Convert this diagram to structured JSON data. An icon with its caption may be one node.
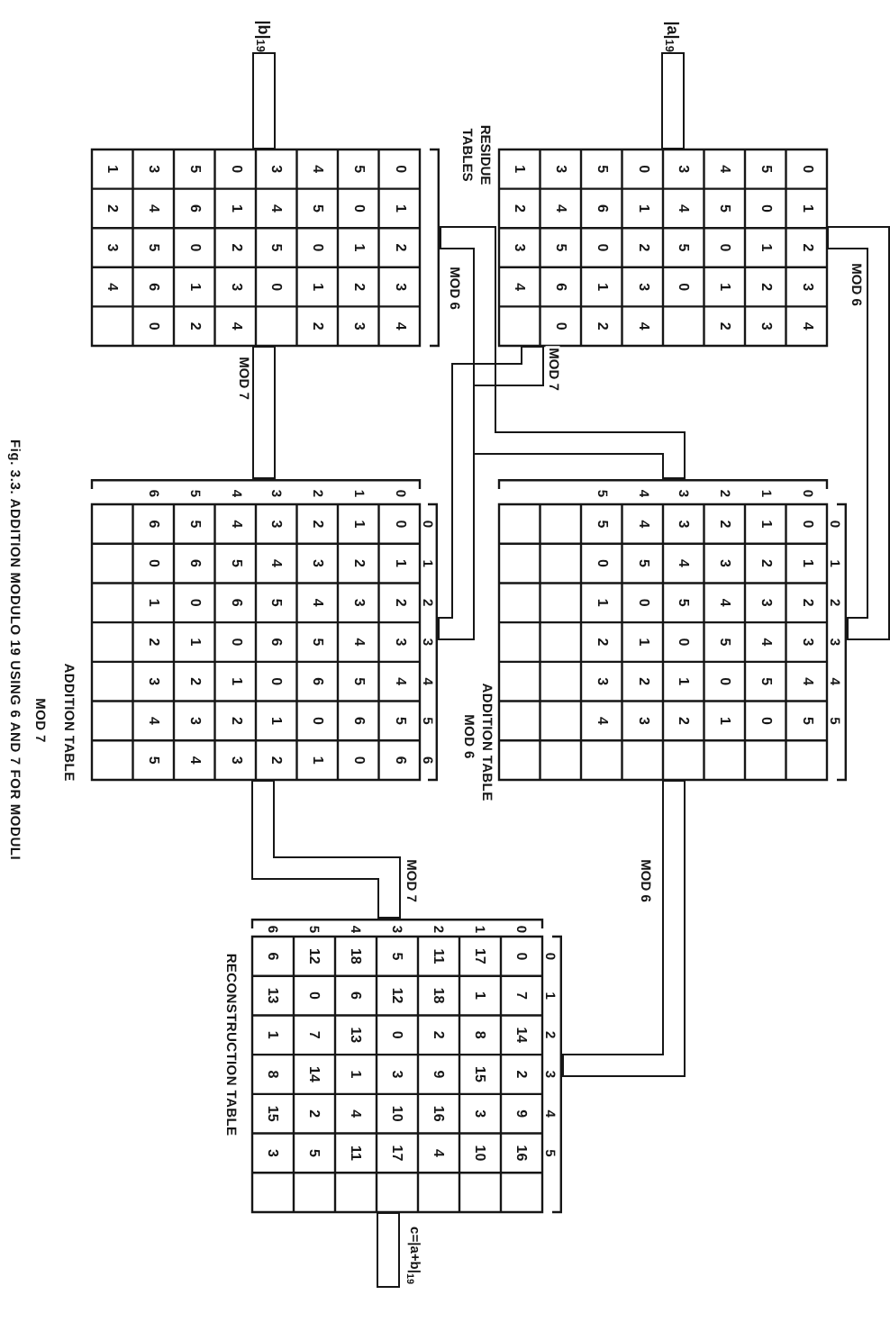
{
  "diagram": {
    "caption": "Fig. 3.3. ADDITION MODULO 19 USING 6 AND 7 FOR MODULI",
    "nodes": [
      {
        "text": [
          "|a|$_{19}$"
        ]
      },
      {
        "text": [
          "|b|$_{19}$"
        ]
      },
      {
        "text": [
          "0",
          "1",
          "2",
          "3",
          "4",
          "5",
          "0",
          "1",
          "2",
          "3",
          "4",
          "5",
          "0",
          "1",
          "2",
          "3",
          "4",
          "5",
          "0",
          "0",
          "1",
          "2",
          "3",
          "4",
          "5",
          "6",
          "0",
          "1",
          "2",
          "3",
          "4",
          "5",
          "6",
          "0",
          "1",
          "2",
          "3",
          "4"
        ]
      },
      {
        "text": [
          "0",
          "1",
          "2",
          "3",
          "4",
          "5",
          "0",
          "1",
          "2",
          "3",
          "4",
          "5",
          "0",
          "1",
          "2",
          "3",
          "4",
          "5",
          "0",
          "0",
          "1",
          "2",
          "3",
          "4",
          "5",
          "6",
          "0",
          "1",
          "2",
          "3",
          "4",
          "5",
          "6",
          "0",
          "1",
          "2",
          "3",
          "4"
        ]
      },
      {
        "text": [
          "0",
          "1",
          "2",
          "3",
          "4",
          "5",
          "0",
          "0",
          "1",
          "2",
          "3",
          "4",
          "5",
          "1",
          "1",
          "2",
          "3",
          "4",
          "5",
          "0",
          "2",
          "2",
          "3",
          "4",
          "5",
          "0",
          "1",
          "3",
          "3",
          "4",
          "5",
          "0",
          "1",
          "2",
          "4",
          "4",
          "5",
          "0",
          "1",
          "2",
          "3",
          "5",
          "5",
          "0",
          "1",
          "2",
          "3",
          "4"
        ],
        "beside": [
          "ADDITION TABLE",
          "MOD 6"
        ]
      },
      {
        "text": [
          "0",
          "1",
          "2",
          "3",
          "4",
          "5",
          "6",
          "0",
          "0",
          "1",
          "2",
          "3",
          "4",
          "5",
          "6",
          "1",
          "1",
          "2",
          "3",
          "4",
          "5",
          "6",
          "0",
          "2",
          "2",
          "3",
          "4",
          "5",
          "6",
          "0",
          "1",
          "3",
          "3",
          "4",
          "5",
          "6",
          "0",
          "1",
          "2",
          "4",
          "4",
          "5",
          "6",
          "0",
          "1",
          "2",
          "3",
          "5",
          "5",
          "6",
          "0",
          "1",
          "2",
          "3",
          "4",
          "6",
          "6",
          "0",
          "1",
          "2",
          "3",
          "4",
          "5"
        ],
        "beside": [
          "ADDITION TABLE",
          "MOD 7"
        ]
      },
      {
        "text": [
          "0",
          "1",
          "2",
          "3",
          "4",
          "5",
          "0",
          "0",
          "7",
          "14",
          "2",
          "9",
          "16",
          "1",
          "17",
          "1",
          "8",
          "15",
          "3",
          "10",
          "2",
          "11",
          "18",
          "2",
          "9",
          "16",
          "4",
          "3",
          "5",
          "12",
          "0",
          "3",
          "10",
          "17",
          "4",
          "18",
          "6",
          "13",
          "1",
          "4",
          "11",
          "5",
          "12",
          "0",
          "7",
          "14",
          "2",
          "5",
          "6",
          "6",
          "13",
          "1",
          "8",
          "15",
          "3"
        ],
        "beside": [
          "RECONSTRUCTION TABLE"
        ]
      }
    ],
    "edges": [
      {
        "from": 0,
        "to": 2,
        "arrow": "none"
      },
      {
        "from": 1,
        "to": 3,
        "arrow": "none"
      },
      {
        "from": 2,
        "to": 4,
        "arrow": "none",
        "label": "MOD 6"
      },
      {
        "from": 2,
        "to": 5,
        "arrow": "none",
        "label": "MOD 7"
      },
      {
        "from": 3,
        "to": 4,
        "arrow": "none",
        "label": "MOD 6"
      },
      {
        "from": 3,
        "to": 5,
        "arrow": "none",
        "label": "MOD 7"
      },
      {
        "from": 4,
        "to": 6,
        "arrow": "none",
        "label": "MOD 6"
      },
      {
        "from": 5,
        "to": 6,
        "arrow": "none",
        "label": "MOD 7"
      },
      {
        "from": 6,
        "to": null,
        "arrow": "none",
        "label": "c=|a+b|$_{19}$"
      }
    ],
    "labels": [
      "RESIDUE TABLES"
    ]
  }
}
